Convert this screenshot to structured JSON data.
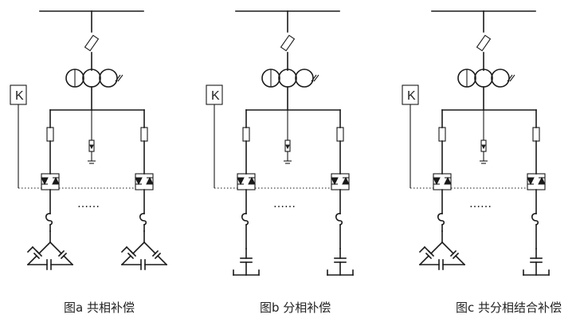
{
  "diagram": {
    "panels": [
      {
        "id": "a",
        "caption": "图a 共相补偿",
        "control_label": "K",
        "ellipsis": "……",
        "load_type": "delta-capacitor"
      },
      {
        "id": "b",
        "caption": "图b 分相补偿",
        "control_label": "K",
        "ellipsis": "……",
        "load_type": "single-capacitor"
      },
      {
        "id": "c",
        "caption": "图c 共分相结合补偿",
        "control_label": "K",
        "ellipsis": "……",
        "load_type": "mixed"
      }
    ],
    "colors": {
      "line": "#1a1a1a",
      "background": "#ffffff"
    }
  }
}
